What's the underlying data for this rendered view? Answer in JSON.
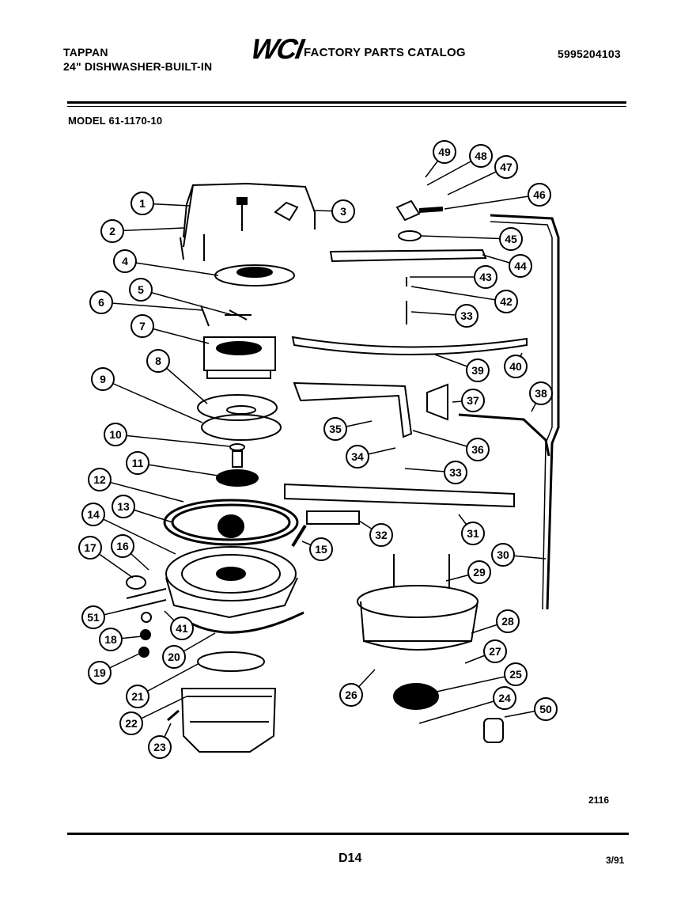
{
  "header": {
    "brand": "TAPPAN",
    "product": "24\" DISHWASHER-BUILT-IN",
    "logo": "WCI",
    "catalog_title": "FACTORY PARTS CATALOG",
    "catalog_number": "5995204103",
    "model": "MODEL 61-1170-10"
  },
  "diagram": {
    "callouts": [
      {
        "n": "1"
      },
      {
        "n": "2"
      },
      {
        "n": "3"
      },
      {
        "n": "4"
      },
      {
        "n": "5"
      },
      {
        "n": "6"
      },
      {
        "n": "7"
      },
      {
        "n": "8"
      },
      {
        "n": "9"
      },
      {
        "n": "10"
      },
      {
        "n": "11"
      },
      {
        "n": "12"
      },
      {
        "n": "13"
      },
      {
        "n": "14"
      },
      {
        "n": "15"
      },
      {
        "n": "16"
      },
      {
        "n": "17"
      },
      {
        "n": "51"
      },
      {
        "n": "41"
      },
      {
        "n": "18"
      },
      {
        "n": "19"
      },
      {
        "n": "20"
      },
      {
        "n": "21"
      },
      {
        "n": "22"
      },
      {
        "n": "23"
      },
      {
        "n": "49"
      },
      {
        "n": "48"
      },
      {
        "n": "47"
      },
      {
        "n": "46"
      },
      {
        "n": "45"
      },
      {
        "n": "44"
      },
      {
        "n": "43"
      },
      {
        "n": "42"
      },
      {
        "n": "33"
      },
      {
        "n": "39"
      },
      {
        "n": "40"
      },
      {
        "n": "38"
      },
      {
        "n": "37"
      },
      {
        "n": "35"
      },
      {
        "n": "36"
      },
      {
        "n": "34"
      },
      {
        "n": "33"
      },
      {
        "n": "32"
      },
      {
        "n": "31"
      },
      {
        "n": "30"
      },
      {
        "n": "29"
      },
      {
        "n": "28"
      },
      {
        "n": "27"
      },
      {
        "n": "26"
      },
      {
        "n": "25"
      },
      {
        "n": "24"
      },
      {
        "n": "50"
      }
    ],
    "drawing_number": "2116"
  },
  "footer": {
    "page_code": "D14",
    "date": "3/91"
  }
}
